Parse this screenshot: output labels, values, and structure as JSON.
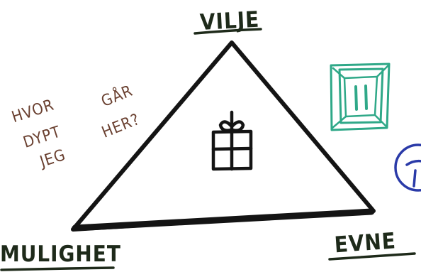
{
  "diagram": {
    "top_label": "VILJE",
    "left_label": "MULIGHET",
    "right_label": "EVNE",
    "note_lines": [
      "HVOR",
      "DYPT",
      "JEG",
      "GÅR",
      "HER?"
    ],
    "colors": {
      "ink_dark": "#1e2a1a",
      "ink_brown": "#6a4030",
      "ink_green": "#2fa888",
      "ink_blue": "#2a3aa8"
    },
    "icons": [
      "gift-icon",
      "framed-pause-icon",
      "blue-circle-icon"
    ]
  }
}
